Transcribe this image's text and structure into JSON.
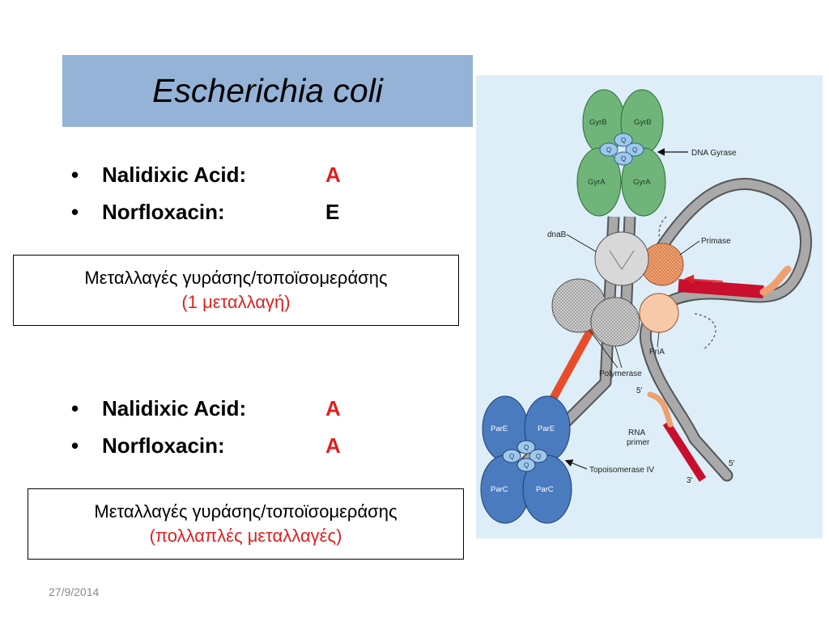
{
  "title": "Escherichia coli",
  "colors": {
    "title_bg": "#95b3d7",
    "red": "#e02020",
    "figure_bg": "#ddeef8"
  },
  "group1": {
    "items": [
      {
        "bullet": "•",
        "name": "Nalidixic Acid:",
        "value": "A"
      },
      {
        "bullet": "•",
        "name": "Norfloxacin:",
        "value": "E"
      }
    ],
    "box": {
      "line1": "Μεταλλαγές γυράσης/τοποϊσομεράσης",
      "line2": "(1 μεταλλαγή)"
    }
  },
  "group2": {
    "items": [
      {
        "bullet": "•",
        "name": "Nalidixic Acid:",
        "value": "A"
      },
      {
        "bullet": "•",
        "name": "Norfloxacin:",
        "value": "A"
      }
    ],
    "box": {
      "line1": "Μεταλλαγές γυράσης/τοποϊσομεράσης",
      "line2": "(πολλαπλές μεταλλαγές)"
    }
  },
  "figure": {
    "labels": {
      "gyrb": "GyrB",
      "gyra": "GyrA",
      "q": "Q",
      "dna_gyrase": "DNA Gyrase",
      "dnab": "dnaB",
      "primase": "Primase",
      "pria": "PriA",
      "polymerase": "Polymerase",
      "five_prime_a": "5'",
      "rna": "RNA",
      "primer": "primer",
      "pare": "ParE",
      "parc": "ParC",
      "topo": "Topoisomerase IV",
      "five_prime_b": "5'",
      "three_prime": "3'"
    }
  },
  "footer": {
    "date": "27/9/2014"
  }
}
